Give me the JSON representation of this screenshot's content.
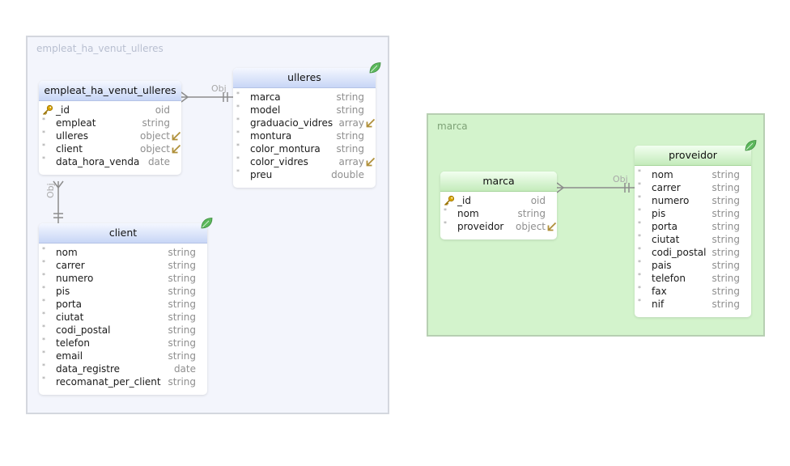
{
  "groups": {
    "employee_sales": {
      "label": "empleat_ha_venut_ulleres"
    },
    "brand": {
      "label": "marca"
    }
  },
  "entities": {
    "sale": {
      "title": "empleat_ha_venut_ulleres",
      "fields": [
        {
          "name": "_id",
          "type": "oid",
          "icon": "key-icon"
        },
        {
          "name": "empleat",
          "type": "string"
        },
        {
          "name": "ulleres",
          "type": "object",
          "icon": "arrow-icon"
        },
        {
          "name": "client",
          "type": "object",
          "icon": "arrow-icon"
        },
        {
          "name": "data_hora_venda",
          "type": "date"
        }
      ]
    },
    "glasses": {
      "title": "ulleres",
      "icon": "leaf-icon",
      "fields": [
        {
          "name": "marca",
          "type": "string"
        },
        {
          "name": "model",
          "type": "string"
        },
        {
          "name": "graduacio_vidres",
          "type": "array",
          "icon": "arrow-icon"
        },
        {
          "name": "montura",
          "type": "string"
        },
        {
          "name": "color_montura",
          "type": "string"
        },
        {
          "name": "color_vidres",
          "type": "array",
          "icon": "arrow-icon"
        },
        {
          "name": "preu",
          "type": "double"
        }
      ]
    },
    "client": {
      "title": "client",
      "icon": "leaf-icon",
      "fields": [
        {
          "name": "nom",
          "type": "string"
        },
        {
          "name": "carrer",
          "type": "string"
        },
        {
          "name": "numero",
          "type": "string"
        },
        {
          "name": "pis",
          "type": "string"
        },
        {
          "name": "porta",
          "type": "string"
        },
        {
          "name": "ciutat",
          "type": "string"
        },
        {
          "name": "codi_postal",
          "type": "string"
        },
        {
          "name": "telefon",
          "type": "string"
        },
        {
          "name": "email",
          "type": "string"
        },
        {
          "name": "data_registre",
          "type": "date"
        },
        {
          "name": "recomanat_per_client",
          "type": "string"
        }
      ]
    },
    "brand": {
      "title": "marca",
      "fields": [
        {
          "name": "_id",
          "type": "oid",
          "icon": "key-icon"
        },
        {
          "name": "nom",
          "type": "string"
        },
        {
          "name": "proveidor",
          "type": "object",
          "icon": "arrow-icon"
        }
      ]
    },
    "supplier": {
      "title": "proveidor",
      "icon": "leaf-icon",
      "fields": [
        {
          "name": "nom",
          "type": "string"
        },
        {
          "name": "carrer",
          "type": "string"
        },
        {
          "name": "numero",
          "type": "string"
        },
        {
          "name": "pis",
          "type": "string"
        },
        {
          "name": "porta",
          "type": "string"
        },
        {
          "name": "ciutat",
          "type": "string"
        },
        {
          "name": "codi_postal",
          "type": "string"
        },
        {
          "name": "pais",
          "type": "string"
        },
        {
          "name": "telefon",
          "type": "string"
        },
        {
          "name": "fax",
          "type": "string"
        },
        {
          "name": "nif",
          "type": "string"
        }
      ]
    }
  },
  "relations": {
    "sale_glasses": {
      "label": "Obj"
    },
    "sale_client": {
      "label": "Obj"
    },
    "brand_supplier": {
      "label": "Obj"
    }
  },
  "field_marker": "*",
  "colors": {
    "group_blue": "#f3f5fc",
    "group_green": "#d3f3cc",
    "header_blue": "#c8d6f6",
    "header_green": "#c4ebbb",
    "connector": "#8c8c8c",
    "leaf": "#5cb85c",
    "key": "#d9a400"
  }
}
